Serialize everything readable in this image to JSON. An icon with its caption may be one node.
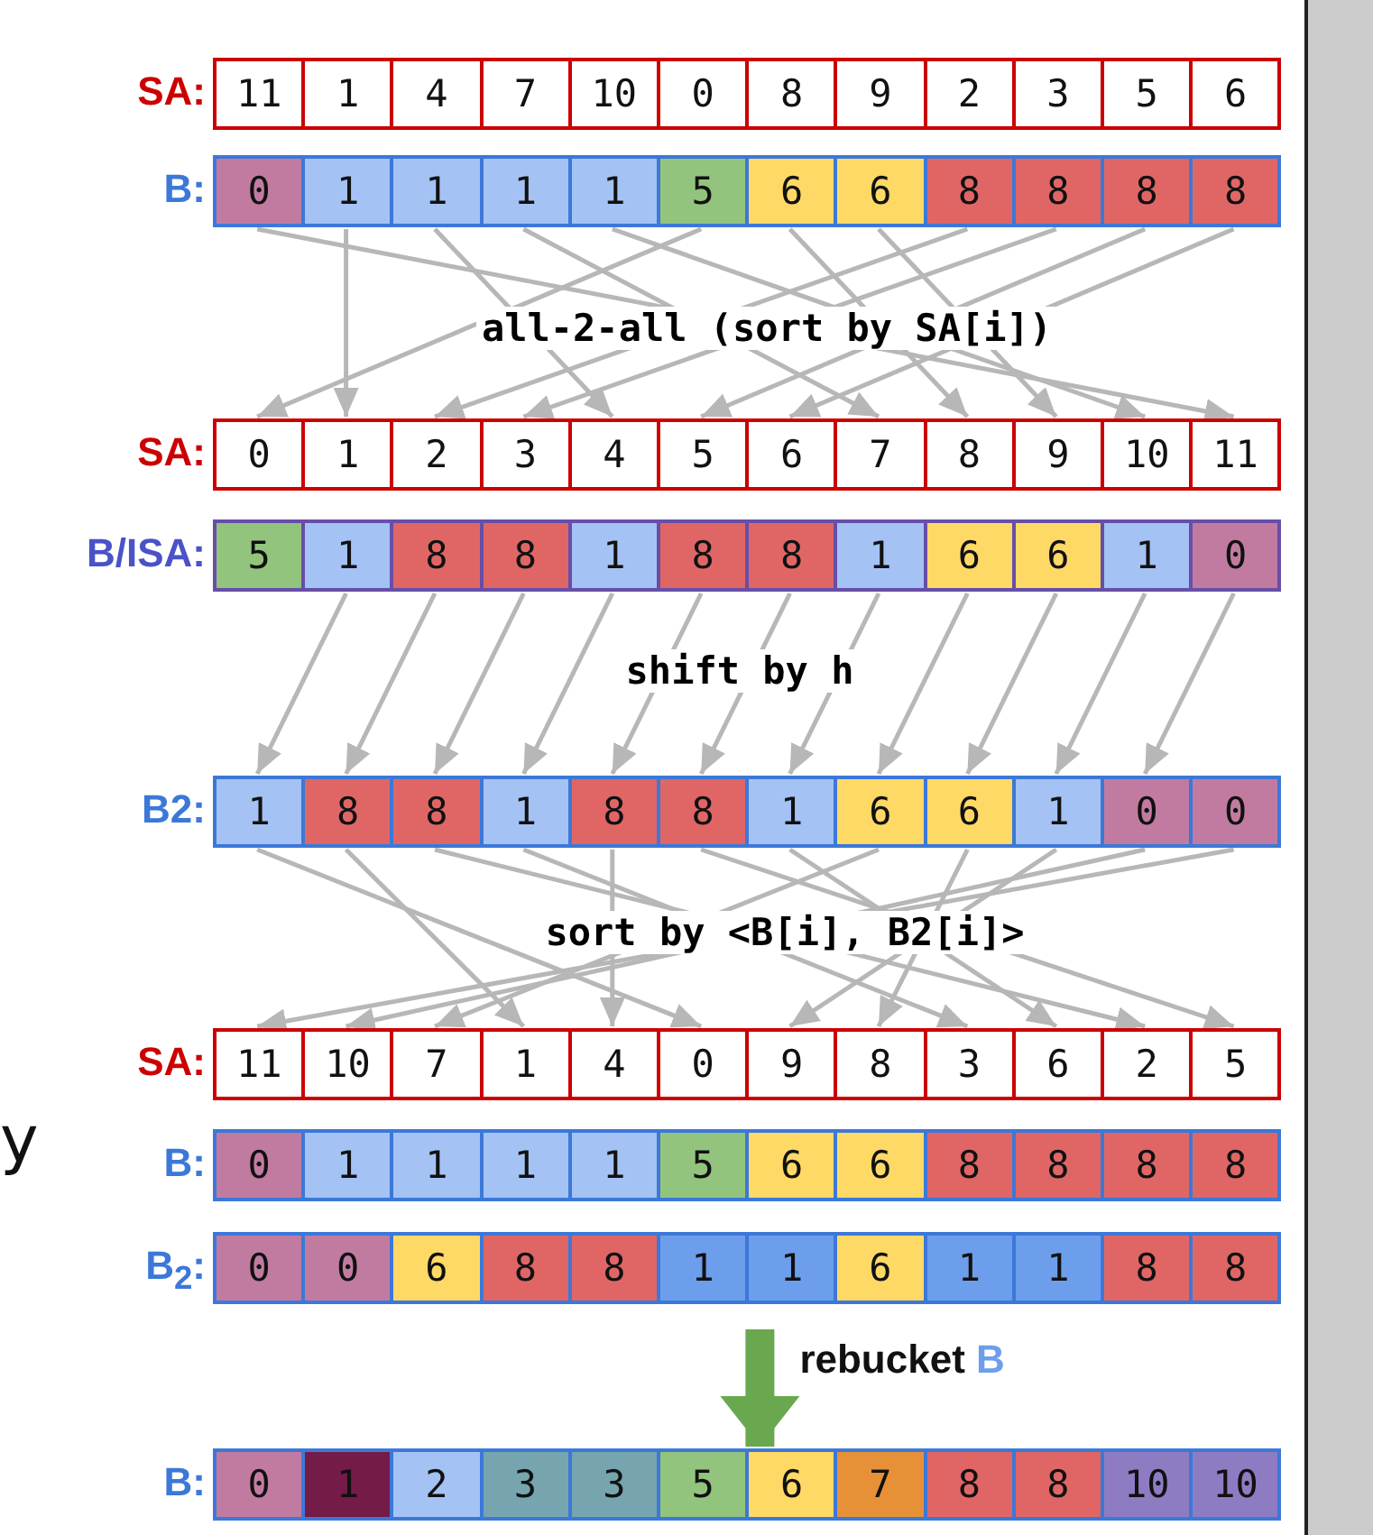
{
  "diagram": {
    "nodes": [
      {
        "text": [
          "11"
        ]
      },
      {
        "text": [
          "1"
        ]
      },
      {
        "text": [
          "4"
        ]
      },
      {
        "text": [
          "7"
        ]
      },
      {
        "text": [
          "10"
        ]
      },
      {
        "text": [
          "0"
        ]
      },
      {
        "text": [
          "8"
        ]
      },
      {
        "text": [
          "9"
        ]
      },
      {
        "text": [
          "2"
        ]
      },
      {
        "text": [
          "3"
        ]
      },
      {
        "text": [
          "5"
        ]
      },
      {
        "text": [
          "6"
        ]
      },
      {
        "text": [
          "0"
        ]
      },
      {
        "text": [
          "1"
        ]
      },
      {
        "text": [
          "1"
        ]
      },
      {
        "text": [
          "1"
        ]
      },
      {
        "text": [
          "1"
        ]
      },
      {
        "text": [
          "5"
        ]
      },
      {
        "text": [
          "6"
        ]
      },
      {
        "text": [
          "6"
        ]
      },
      {
        "text": [
          "8"
        ]
      },
      {
        "text": [
          "8"
        ]
      },
      {
        "text": [
          "8"
        ]
      },
      {
        "text": [
          "8"
        ]
      },
      {
        "text": [
          "0"
        ]
      },
      {
        "text": [
          "1"
        ]
      },
      {
        "text": [
          "2"
        ]
      },
      {
        "text": [
          "3"
        ]
      },
      {
        "text": [
          "4"
        ]
      },
      {
        "text": [
          "5"
        ]
      },
      {
        "text": [
          "6"
        ]
      },
      {
        "text": [
          "7"
        ]
      },
      {
        "text": [
          "8"
        ]
      },
      {
        "text": [
          "9"
        ]
      },
      {
        "text": [
          "10"
        ]
      },
      {
        "text": [
          "11"
        ]
      },
      {
        "text": [
          "5"
        ]
      },
      {
        "text": [
          "1"
        ]
      },
      {
        "text": [
          "8"
        ]
      },
      {
        "text": [
          "8"
        ]
      },
      {
        "text": [
          "1"
        ]
      },
      {
        "text": [
          "8"
        ]
      },
      {
        "text": [
          "8"
        ]
      },
      {
        "text": [
          "1"
        ]
      },
      {
        "text": [
          "6"
        ]
      },
      {
        "text": [
          "6"
        ]
      },
      {
        "text": [
          "1"
        ]
      },
      {
        "text": [
          "0"
        ]
      },
      {
        "text": [
          "1"
        ]
      },
      {
        "text": [
          "8"
        ]
      },
      {
        "text": [
          "8"
        ]
      },
      {
        "text": [
          "1"
        ]
      },
      {
        "text": [
          "8"
        ]
      },
      {
        "text": [
          "8"
        ]
      },
      {
        "text": [
          "1"
        ]
      },
      {
        "text": [
          "6"
        ]
      },
      {
        "text": [
          "6"
        ]
      },
      {
        "text": [
          "1"
        ]
      },
      {
        "text": [
          "0"
        ]
      },
      {
        "text": [
          "0"
        ]
      },
      {
        "text": [
          "11"
        ]
      },
      {
        "text": [
          "10"
        ]
      },
      {
        "text": [
          "7"
        ]
      },
      {
        "text": [
          "1"
        ]
      },
      {
        "text": [
          "4"
        ]
      },
      {
        "text": [
          "0"
        ]
      },
      {
        "text": [
          "9"
        ]
      },
      {
        "text": [
          "8"
        ]
      },
      {
        "text": [
          "3"
        ]
      },
      {
        "text": [
          "6"
        ]
      },
      {
        "text": [
          "2"
        ]
      },
      {
        "text": [
          "5"
        ]
      },
      {
        "text": [
          "0"
        ]
      },
      {
        "text": [
          "1"
        ]
      },
      {
        "text": [
          "1"
        ]
      },
      {
        "text": [
          "1"
        ]
      },
      {
        "text": [
          "1"
        ]
      },
      {
        "text": [
          "5"
        ]
      },
      {
        "text": [
          "6"
        ]
      },
      {
        "text": [
          "6"
        ]
      },
      {
        "text": [
          "8"
        ]
      },
      {
        "text": [
          "8"
        ]
      },
      {
        "text": [
          "8"
        ]
      },
      {
        "text": [
          "8"
        ]
      },
      {
        "text": [
          "0"
        ]
      },
      {
        "text": [
          "0"
        ]
      },
      {
        "text": [
          "6"
        ]
      },
      {
        "text": [
          "8"
        ]
      },
      {
        "text": [
          "8"
        ]
      },
      {
        "text": [
          "1"
        ]
      },
      {
        "text": [
          "1"
        ]
      },
      {
        "text": [
          "6"
        ]
      },
      {
        "text": [
          "1"
        ]
      },
      {
        "text": [
          "1"
        ]
      },
      {
        "text": [
          "8"
        ]
      },
      {
        "text": [
          "8"
        ]
      },
      {
        "text": [
          "0"
        ]
      },
      {
        "text": [
          "1"
        ]
      },
      {
        "text": [
          "2"
        ]
      },
      {
        "text": [
          "3"
        ]
      },
      {
        "text": [
          "3"
        ]
      },
      {
        "text": [
          "5"
        ]
      },
      {
        "text": [
          "6"
        ]
      },
      {
        "text": [
          "7"
        ]
      },
      {
        "text": [
          "8"
        ]
      },
      {
        "text": [
          "8"
        ]
      },
      {
        "text": [
          "10"
        ]
      },
      {
        "text": [
          "10"
        ]
      }
    ],
    "edges": [
      {
        "from": 12,
        "to": 35,
        "arrow": "to"
      },
      {
        "from": 13,
        "to": 25,
        "arrow": "to"
      },
      {
        "from": 14,
        "to": 28,
        "arrow": "to"
      },
      {
        "from": 15,
        "to": 31,
        "arrow": "to"
      },
      {
        "from": 16,
        "to": 34,
        "arrow": "to"
      },
      {
        "from": 17,
        "to": 24,
        "arrow": "to"
      },
      {
        "from": 18,
        "to": 32,
        "arrow": "to"
      },
      {
        "from": 19,
        "to": 33,
        "arrow": "to"
      },
      {
        "from": 20,
        "to": 26,
        "arrow": "to"
      },
      {
        "from": 21,
        "to": 27,
        "arrow": "to"
      },
      {
        "from": 22,
        "to": 29,
        "arrow": "to"
      },
      {
        "from": 23,
        "to": 30,
        "arrow": "to"
      },
      {
        "from": 37,
        "to": 48,
        "arrow": "to"
      },
      {
        "from": 38,
        "to": 49,
        "arrow": "to"
      },
      {
        "from": 39,
        "to": 50,
        "arrow": "to"
      },
      {
        "from": 40,
        "to": 51,
        "arrow": "to"
      },
      {
        "from": 41,
        "to": 52,
        "arrow": "to"
      },
      {
        "from": 42,
        "to": 53,
        "arrow": "to"
      },
      {
        "from": 43,
        "to": 54,
        "arrow": "to"
      },
      {
        "from": 44,
        "to": 55,
        "arrow": "to"
      },
      {
        "from": 45,
        "to": 56,
        "arrow": "to"
      },
      {
        "from": 46,
        "to": 57,
        "arrow": "to"
      },
      {
        "from": 47,
        "to": 58,
        "arrow": "to"
      },
      {
        "from": 48,
        "to": 65,
        "arrow": "to"
      },
      {
        "from": 49,
        "to": 63,
        "arrow": "to"
      },
      {
        "from": 50,
        "to": 70,
        "arrow": "to"
      },
      {
        "from": 51,
        "to": 68,
        "arrow": "to"
      },
      {
        "from": 52,
        "to": 64,
        "arrow": "to"
      },
      {
        "from": 53,
        "to": 71,
        "arrow": "to"
      },
      {
        "from": 54,
        "to": 69,
        "arrow": "to"
      },
      {
        "from": 55,
        "to": 62,
        "arrow": "to"
      },
      {
        "from": 56,
        "to": 67,
        "arrow": "to"
      },
      {
        "from": 57,
        "to": 66,
        "arrow": "to"
      },
      {
        "from": 58,
        "to": 61,
        "arrow": "to"
      },
      {
        "from": 59,
        "to": 60,
        "arrow": "to"
      },
      {
        "from": 90,
        "to": 102,
        "arrow": "to",
        "label": "rebucket B",
        "style": "thick",
        "color": "#6aa84f"
      }
    ],
    "labels": [
      "SA:",
      "B:",
      "all-2-all (sort by SA[i])",
      "SA:",
      "B/ISA:",
      "shift by h",
      "B2:",
      "sort by <B[i], B2[i]>",
      "SA:",
      "y",
      "B:",
      "B$_{2}$:",
      "B:"
    ]
  }
}
